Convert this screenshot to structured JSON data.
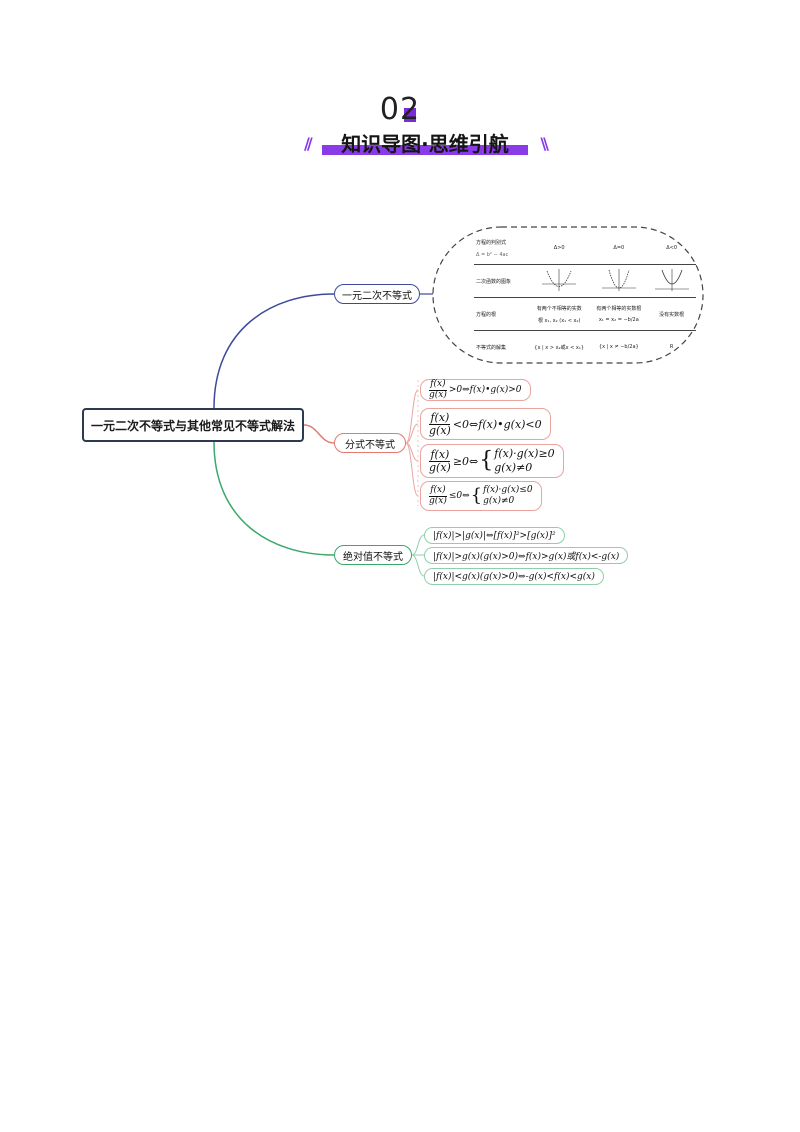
{
  "header": {
    "section_number": "02",
    "title": "知识导图·思维引航",
    "left_decor": "//",
    "right_decor": "\\\\"
  },
  "colors": {
    "accent_purple": "#8a3be8",
    "root_border": "#2c3a52",
    "branch_blue": "#3d4a9a",
    "branch_red": "#e07a72",
    "branch_green": "#3aa86b"
  },
  "mindmap": {
    "root": "一元二次不等式与其他常见不等式解法",
    "branches": [
      {
        "label": "一元二次不等式"
      },
      {
        "label": "分式不等式"
      },
      {
        "label": "绝对值不等式"
      }
    ]
  },
  "quadratic_table": {
    "row1": {
      "label": "方程的判别式",
      "sub": "Δ = b² − 4ac",
      "c1": "Δ>0",
      "c2": "Δ=0",
      "c3": "Δ<0"
    },
    "row2": {
      "label": "二次函数的图象"
    },
    "row3": {
      "label": "方程的根",
      "c1a": "有两个不相等的实数",
      "c1b": "根 x₁, x₂ (x₁ < x₂)",
      "c2a": "有两个相等的实数根",
      "c2b": "x₁ = x₂ = −b/2a",
      "c3": "没有实数根"
    },
    "row4": {
      "label": "不等式的解集",
      "c1": "{x | x > x₂或x < x₁}",
      "c2": "{x | x ≠ −b/2a}",
      "c3": "R"
    }
  },
  "fraction_leaves": [
    {
      "num": "f(x)",
      "den": "g(x)",
      "rel": ">0⇔f(x)•g(x)>0"
    },
    {
      "num": "f(x)",
      "den": "g(x)",
      "rel": "<0⇔f(x)•g(x)<0"
    },
    {
      "num": "f(x)",
      "den": "g(x)",
      "rel": "≥0⇔",
      "sys1": "f(x)·g(x)≥0",
      "sys2": "g(x)≠0"
    },
    {
      "num": "f(x)",
      "den": "g(x)",
      "rel": "≤0⇔",
      "sys1": "f(x)·g(x)≤0",
      "sys2": "g(x)≠0"
    }
  ],
  "absolute_leaves": [
    "|f(x)|>|g(x)|⇔[f(x)]²>[g(x)]²",
    "|f(x)|>g(x)(g(x)>0)⇔f(x)>g(x)或f(x)<-g(x)",
    "|f(x)|<g(x)(g(x)>0)⇔-g(x)<f(x)<g(x)"
  ]
}
